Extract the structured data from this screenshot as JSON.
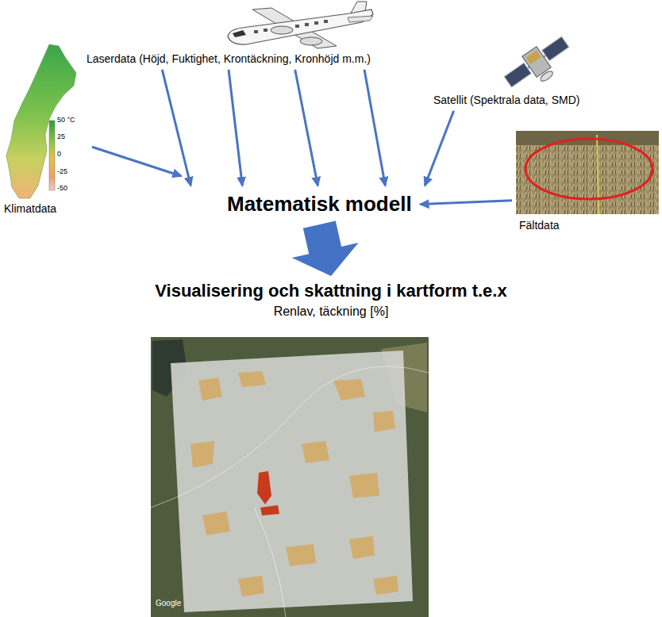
{
  "diagram": {
    "nodes": [
      {
        "text": [
          "Klimatdata"
        ]
      },
      {
        "text": [
          "Laserdata (Höjd, Fuktighet, Krontäckning, Kronhöjd m.m.)"
        ]
      },
      {
        "text": [
          "Satellit (Spektrala data, SMD)"
        ]
      },
      {
        "text": [
          "Fältdata"
        ]
      },
      {
        "text": [
          "Matematisk modell"
        ]
      },
      {
        "text": [
          "Visualisering och skattning i kartform t.e.x",
          "Renlav, täckning [%]"
        ]
      }
    ],
    "edges": [
      {
        "from": 0,
        "to": 4,
        "arrow": "to"
      },
      {
        "from": 1,
        "to": 4,
        "arrow": "to"
      },
      {
        "from": 1,
        "to": 4,
        "arrow": "to"
      },
      {
        "from": 1,
        "to": 4,
        "arrow": "to"
      },
      {
        "from": 1,
        "to": 4,
        "arrow": "to"
      },
      {
        "from": 2,
        "to": 4,
        "arrow": "to"
      },
      {
        "from": 3,
        "to": 4,
        "arrow": "to"
      },
      {
        "from": 4,
        "to": 5,
        "arrow": "to"
      }
    ],
    "labels": [
      "50 °C",
      "25",
      "0",
      "-25",
      "-50",
      "Google"
    ]
  }
}
